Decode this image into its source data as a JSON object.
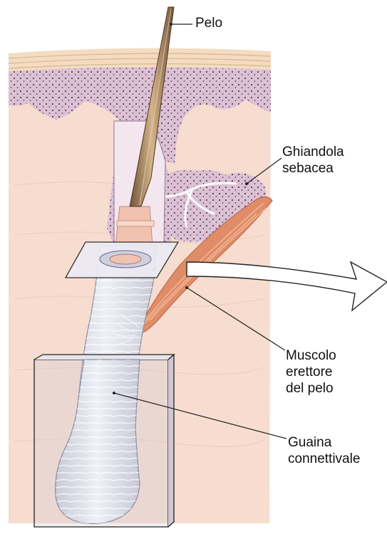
{
  "figure": {
    "labels": {
      "hair": [
        "Pelo"
      ],
      "sebaceous_gland": [
        "Ghiandola",
        "sebacea"
      ],
      "arrector_muscle": [
        "Muscolo",
        "erettore",
        "del pelo"
      ],
      "sheath": [
        "Guaina",
        "connettivale"
      ]
    },
    "colors": {
      "dermis": "#f6ddcf",
      "epidermis": "#f2d4b8",
      "skin_pink": "#dcc0d4",
      "sheath": "#dcdde8",
      "muscle": "#e08c68",
      "hair": "#8a6a4a",
      "leader_line": "#222222"
    }
  }
}
